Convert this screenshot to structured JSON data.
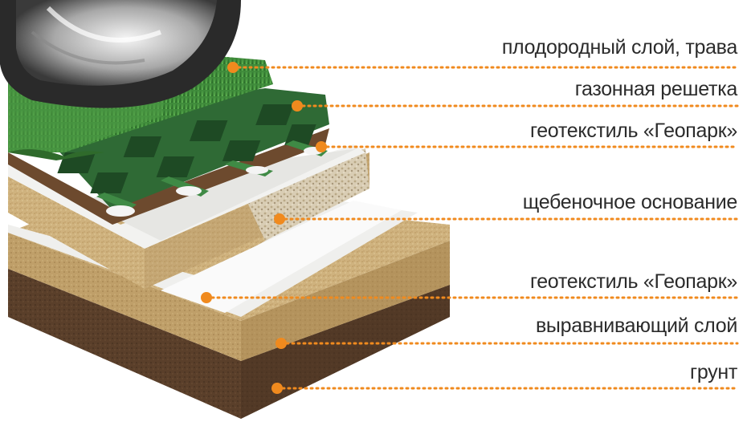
{
  "diagram": {
    "accent_color": "#F08A1E",
    "text_color": "#2b2b2b",
    "layers": [
      {
        "id": "grass",
        "label": "плодородный слой, трава"
      },
      {
        "id": "grid",
        "label": "газонная решетка"
      },
      {
        "id": "geotextile-top",
        "label": "геотекстиль «Геопарк»"
      },
      {
        "id": "gravel",
        "label": "щебеночное основание"
      },
      {
        "id": "geotextile-bottom",
        "label": "геотекстиль «Геопарк»"
      },
      {
        "id": "leveling",
        "label": "выравнивающий слой"
      },
      {
        "id": "soil",
        "label": "грунт"
      }
    ],
    "illustration_icons": [
      "car-tire-icon",
      "grass-icon",
      "lawn-grid-icon"
    ]
  }
}
